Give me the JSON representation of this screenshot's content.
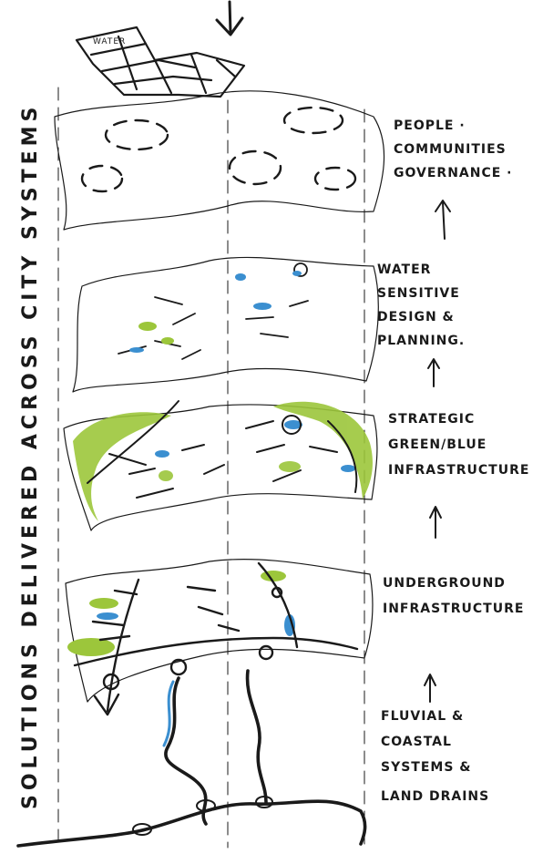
{
  "vertical_label": "SOLUTIONS DELIVERED ACROSS CITY SYSTEMS",
  "building_label": "WATER",
  "layers": [
    {
      "lines": [
        "PEOPLE ·",
        "COMMUNITIES",
        "GOVERNANCE ·"
      ]
    },
    {
      "lines": [
        "WATER",
        "SENSITIVE",
        "DESIGN &",
        "PLANNING."
      ]
    },
    {
      "lines": [
        "STRATEGIC",
        "GREEN/BLUE",
        "INFRASTRUCTURE"
      ]
    },
    {
      "lines": [
        "UNDERGROUND",
        "INFRASTRUCTURE"
      ]
    },
    {
      "lines": [
        "FLUVIAL &",
        "COASTAL",
        "SYSTEMS &",
        "LAND DRAINS"
      ]
    }
  ],
  "colors": {
    "ink": "#1a1a1a",
    "green": "#9cc63b",
    "blue": "#3b8fd0"
  }
}
